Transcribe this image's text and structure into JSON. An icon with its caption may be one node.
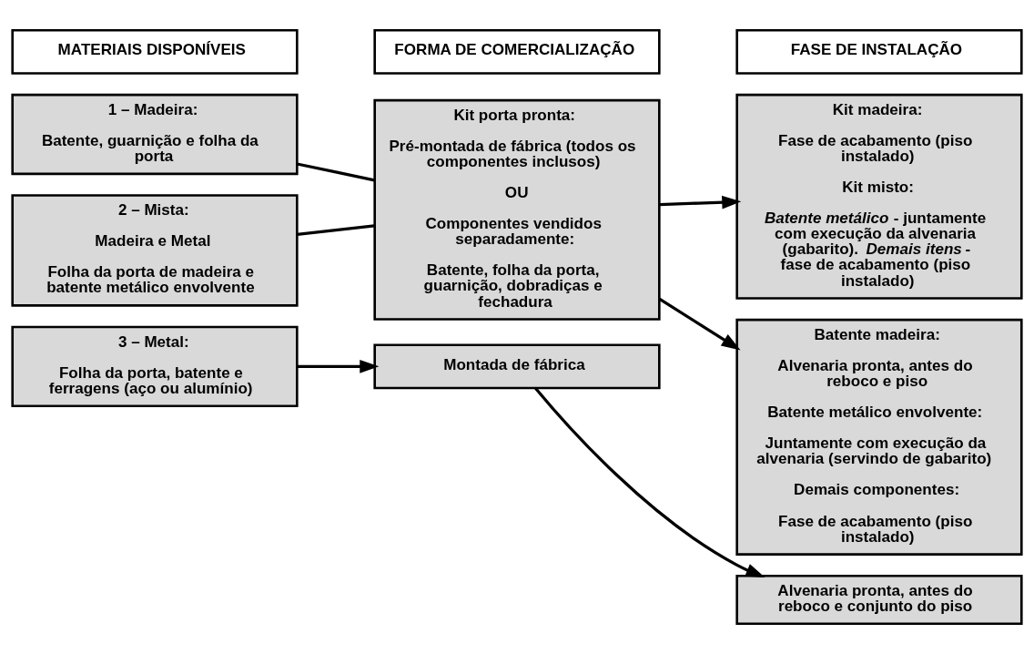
{
  "diagram": {
    "nodes": [
      {
        "text": [
          "MATERIAIS DISPONÍVEIS"
        ]
      },
      {
        "text": [
          "FORMA DE COMERCIALIZAÇÃO"
        ]
      },
      {
        "text": [
          "FASE DE INSTALAÇÃO"
        ]
      },
      {
        "text": [
          "1 – Madeira:",
          "Batente, guarnição e folha da porta"
        ]
      },
      {
        "text": [
          "2 – Mista:",
          "Madeira e Metal",
          "Folha da porta de madeira e batente metálico envolvente"
        ]
      },
      {
        "text": [
          "3 – Metal:",
          "Folha da porta, batente e ferragens (aço ou alumínio)"
        ]
      },
      {
        "text": [
          "Kit porta pronta:",
          "Pré-montada de fábrica (todos os componentes inclusos)",
          "OU",
          "Componentes vendidos separadamente:",
          "Batente, folha da porta, guarnição, dobradiças e fechadura"
        ]
      },
      {
        "text": [
          "Kit madeira:",
          "Fase de acabamento (piso instalado)",
          "Kit misto:",
          "*Batente metálico* - juntamente com execução da alvenaria (gabarito). *Demais itens* - fase de acabamento (piso instalado)"
        ]
      },
      {
        "text": [
          "Batente madeira:",
          "Alvenaria pronta, antes do reboco e piso",
          "Batente metálico envolvente:",
          "Juntamente com execução da alvenaria (servindo de gabarito)",
          "Demais componentes:",
          "Fase de acabamento (piso instalado)"
        ]
      },
      {
        "text": [
          "Montada de fábrica"
        ]
      },
      {
        "text": [
          "Alvenaria pronta, antes do reboco e conjunto do piso"
        ]
      }
    ],
    "edges": [
      {
        "from": 3,
        "to": 6,
        "arrow": "none"
      },
      {
        "from": 4,
        "to": 6,
        "arrow": "none"
      },
      {
        "from": 6,
        "to": 7,
        "arrow": "to"
      },
      {
        "from": 6,
        "to": 8,
        "arrow": "to"
      },
      {
        "from": 5,
        "to": 9,
        "arrow": "to"
      },
      {
        "from": 9,
        "to": 10,
        "arrow": "to"
      }
    ]
  }
}
